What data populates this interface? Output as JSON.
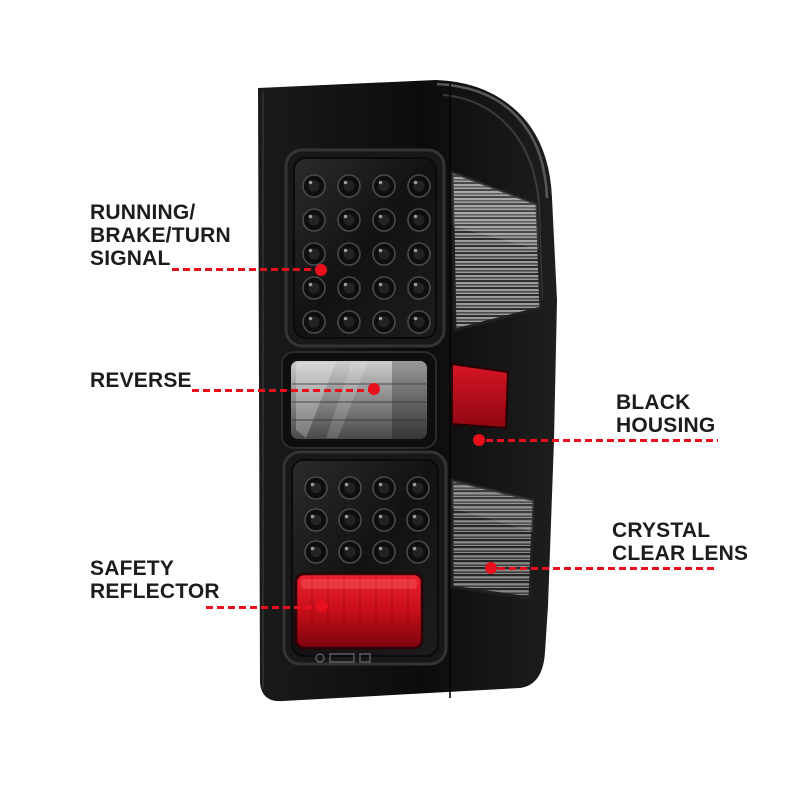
{
  "style": {
    "accent_red": "#e8101c",
    "text_color": "#1c1c1c",
    "background": "#ffffff",
    "housing_black": "#111111",
    "reflector_red": "#c60f1a"
  },
  "callouts": {
    "running_brake_turn": {
      "line1": "RUNNING/",
      "line2": "BRAKE/TURN",
      "line3": "SIGNAL"
    },
    "reverse": {
      "line1": "REVERSE"
    },
    "safety_reflector": {
      "line1": "SAFETY",
      "line2": "REFLECTOR"
    },
    "black_housing": {
      "line1": "BLACK",
      "line2": "HOUSING"
    },
    "crystal_clear_lens": {
      "line1": "CRYSTAL",
      "line2": "CLEAR LENS"
    }
  }
}
